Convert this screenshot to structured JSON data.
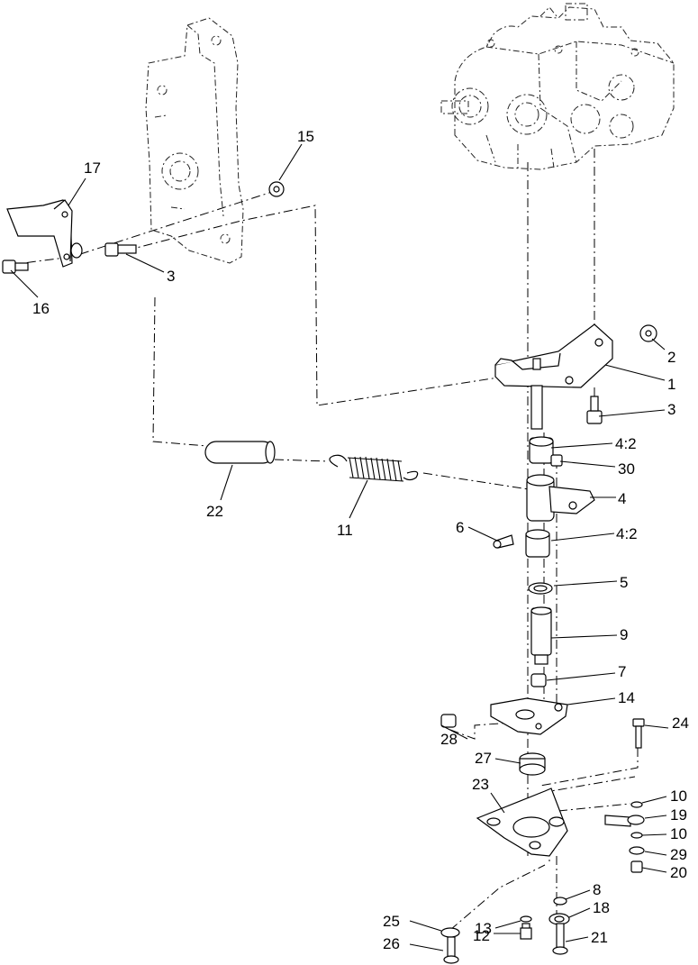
{
  "callouts": [
    {
      "id": "c15",
      "text": "15"
    },
    {
      "id": "c17",
      "text": "17"
    },
    {
      "id": "c16",
      "text": "16"
    },
    {
      "id": "c3a",
      "text": "3"
    },
    {
      "id": "c2",
      "text": "2"
    },
    {
      "id": "c1",
      "text": "1"
    },
    {
      "id": "c3b",
      "text": "3"
    },
    {
      "id": "c42a",
      "text": "4:2"
    },
    {
      "id": "c30",
      "text": "30"
    },
    {
      "id": "c4",
      "text": "4"
    },
    {
      "id": "c22",
      "text": "22"
    },
    {
      "id": "c11",
      "text": "11"
    },
    {
      "id": "c6",
      "text": "6"
    },
    {
      "id": "c42b",
      "text": "4:2"
    },
    {
      "id": "c5",
      "text": "5"
    },
    {
      "id": "c9",
      "text": "9"
    },
    {
      "id": "c7",
      "text": "7"
    },
    {
      "id": "c14",
      "text": "14"
    },
    {
      "id": "c24",
      "text": "24"
    },
    {
      "id": "c28",
      "text": "28"
    },
    {
      "id": "c27",
      "text": "27"
    },
    {
      "id": "c23",
      "text": "23"
    },
    {
      "id": "c10a",
      "text": "10"
    },
    {
      "id": "c19",
      "text": "19"
    },
    {
      "id": "c10b",
      "text": "10"
    },
    {
      "id": "c29",
      "text": "29"
    },
    {
      "id": "c20",
      "text": "20"
    },
    {
      "id": "c8",
      "text": "8"
    },
    {
      "id": "c18",
      "text": "18"
    },
    {
      "id": "c25",
      "text": "25"
    },
    {
      "id": "c13",
      "text": "13"
    },
    {
      "id": "c21",
      "text": "21"
    },
    {
      "id": "c12",
      "text": "12"
    },
    {
      "id": "c26",
      "text": "26"
    }
  ]
}
